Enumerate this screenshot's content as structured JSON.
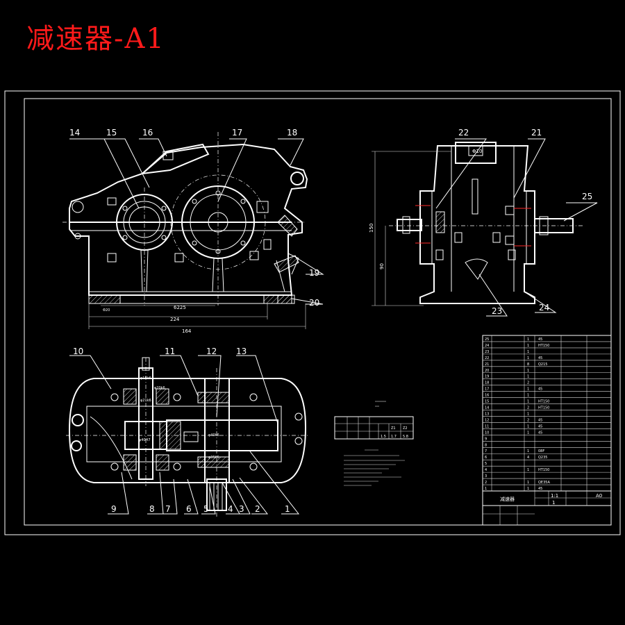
{
  "title": "减速器-A1",
  "callouts": {
    "front": [
      "14",
      "15",
      "16",
      "17",
      "18",
      "19",
      "20"
    ],
    "side": [
      "22",
      "21",
      "25",
      "23",
      "24"
    ],
    "plan": [
      "10",
      "11",
      "12",
      "13",
      "9",
      "8",
      "7",
      "6",
      "5",
      "4",
      "3",
      "2",
      "1"
    ]
  },
  "dimensions": {
    "center_distance": "6225",
    "width_inner": "224",
    "width_outer": "164",
    "height_total": "150",
    "height_shaft": "90",
    "foot": "20"
  },
  "parts_list": {
    "rows": [
      {
        "no": "25",
        "qty": "1",
        "mat": "45",
        "note": "",
        "std": ""
      },
      {
        "no": "24",
        "qty": "1",
        "mat": "HT150",
        "note": "",
        "std": ""
      },
      {
        "no": "23",
        "qty": "1",
        "mat": "",
        "note": "",
        "std": ""
      },
      {
        "no": "22",
        "qty": "1",
        "mat": "45",
        "note": "",
        "std": ""
      },
      {
        "no": "21",
        "qty": "8",
        "mat": "Q215",
        "note": "",
        "std": ""
      },
      {
        "no": "20",
        "qty": "1",
        "mat": "",
        "note": "",
        "std": ""
      },
      {
        "no": "19",
        "qty": "1",
        "mat": "",
        "note": "",
        "std": ""
      },
      {
        "no": "18",
        "qty": "2",
        "mat": "",
        "note": "",
        "std": ""
      },
      {
        "no": "17",
        "qty": "1",
        "mat": "45",
        "note": "",
        "std": ""
      },
      {
        "no": "16",
        "qty": "1",
        "mat": "",
        "note": "",
        "std": ""
      },
      {
        "no": "15",
        "qty": "1",
        "mat": "HT150",
        "note": "",
        "std": ""
      },
      {
        "no": "14",
        "qty": "2",
        "mat": "HT150",
        "note": "",
        "std": ""
      },
      {
        "no": "13",
        "qty": "1",
        "mat": "",
        "note": "",
        "std": ""
      },
      {
        "no": "12",
        "qty": "2",
        "mat": "45",
        "note": "",
        "std": ""
      },
      {
        "no": "11",
        "qty": "1",
        "mat": "45",
        "note": "",
        "std": ""
      },
      {
        "no": "10",
        "qty": "1",
        "mat": "45",
        "note": "",
        "std": ""
      },
      {
        "no": "9",
        "qty": "",
        "mat": "",
        "note": "",
        "std": ""
      },
      {
        "no": "8",
        "qty": "",
        "mat": "",
        "note": "",
        "std": ""
      },
      {
        "no": "7",
        "qty": "1",
        "mat": "08F",
        "note": "",
        "std": ""
      },
      {
        "no": "6",
        "qty": "4",
        "mat": "Q235",
        "note": "",
        "std": ""
      },
      {
        "no": "5",
        "qty": "",
        "mat": "",
        "note": "",
        "std": ""
      },
      {
        "no": "4",
        "qty": "1",
        "mat": "HT150",
        "note": "",
        "std": ""
      },
      {
        "no": "3",
        "qty": "",
        "mat": "",
        "note": "",
        "std": ""
      },
      {
        "no": "2",
        "qty": "1",
        "mat": "QE35A",
        "note": "",
        "std": ""
      },
      {
        "no": "1",
        "qty": "1",
        "mat": "45",
        "note": "",
        "std": ""
      }
    ],
    "title_block": {
      "name": "减速器",
      "scale": "1:1",
      "sheet": "A0",
      "qty": "1"
    }
  },
  "tech_table": {
    "values": [
      "Z1",
      "Z2",
      "1.5",
      "1.7",
      "5.8"
    ]
  }
}
